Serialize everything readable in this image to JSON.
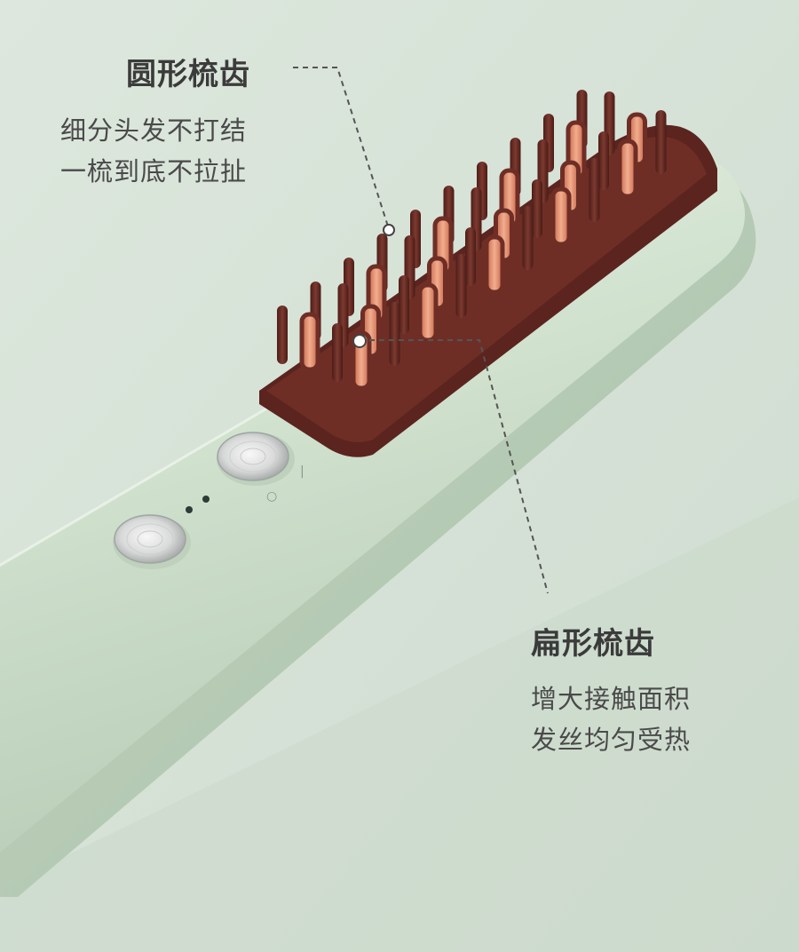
{
  "features": [
    {
      "title": "圆形梳齿",
      "lines": [
        "细分头发不打结",
        "一梳到底不拉扯"
      ]
    },
    {
      "title": "扁形梳齿",
      "lines": [
        "增大接触面积",
        "发丝均匀受热"
      ]
    }
  ],
  "colors": {
    "background": "#d9e3d9",
    "body": "#d2e3d0",
    "bristle": "#6e2e26",
    "heat_plate": "#e89270",
    "text": "#3b3b3b"
  },
  "product": {
    "power_button_marks": [
      "|",
      "○"
    ]
  }
}
